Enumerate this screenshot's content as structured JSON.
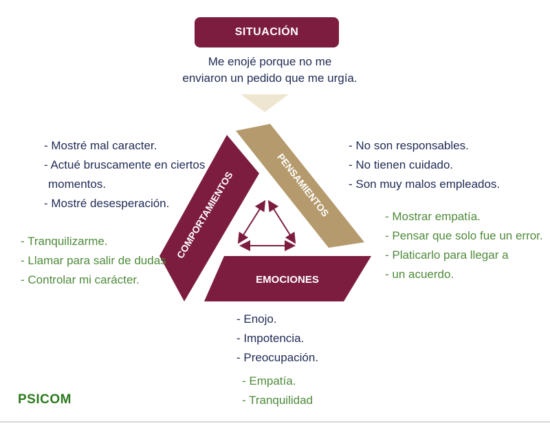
{
  "situation": {
    "title": "SITUACIÓN",
    "lines": [
      "Me enojé porque no me",
      "enviaron un pedido que me urgía."
    ]
  },
  "triangle": {
    "pensamientos": "PENSAMIENTOS",
    "comportamientos": "COMPORTAMIENTOS",
    "emociones": "EMOCIONES"
  },
  "comportamientos_list": [
    "- Mostré mal caracter.",
    "- Actué bruscamente en ciertos",
    "momentos.",
    "- Mostré desesperación."
  ],
  "comportamientos_alt": [
    "- Tranquilizarme.",
    "- Llamar para salir de dudas",
    "- Controlar mi carácter."
  ],
  "pensamientos_list": [
    "- No son responsables.",
    "- No tienen cuidado.",
    "- Son muy malos empleados."
  ],
  "pensamientos_alt": [
    "- Mostrar empatía.",
    "- Pensar que solo fue un error.",
    "- Platicarlo para llegar a",
    "- un acuerdo."
  ],
  "emociones_list": [
    "- Enojo.",
    "- Impotencia.",
    "- Preocupación."
  ],
  "emociones_alt": [
    "- Empatía.",
    "- Tranquilidad"
  ],
  "brand": "PSICOM",
  "colors": {
    "maroon": "#7c1d3f",
    "gold": "#b49a6c",
    "navy": "#1f2a55",
    "green": "#4e8a3a",
    "brand_green": "#2c7a1e"
  }
}
